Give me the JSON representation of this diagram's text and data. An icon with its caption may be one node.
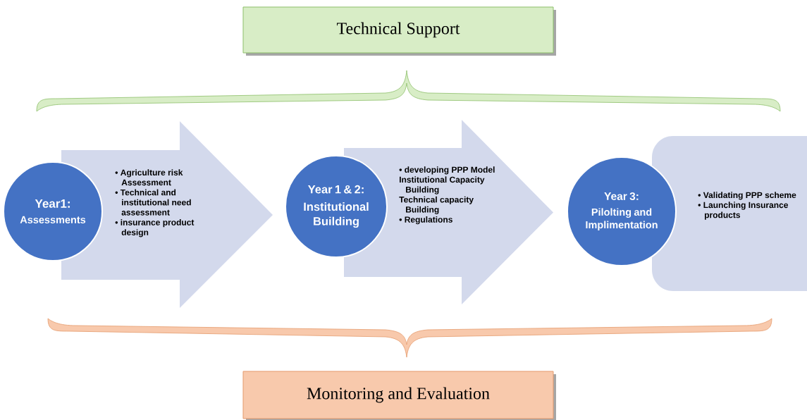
{
  "diagram": {
    "nodes": [
      {
        "text": [
          "Technical Support"
        ]
      },
      {
        "text": [
          "Year1:",
          "Assessments"
        ]
      },
      {
        "text": [
          "• Agriculture risk Assessment",
          "• Technical and institutional need assessment",
          "• insurance product design"
        ]
      },
      {
        "text": [
          "Year 1 & 2:",
          "Institutional Building"
        ]
      },
      {
        "text": [
          "• developing PPP Model",
          "Institutional Capacity Building",
          "Technical capacity Building",
          "• Regulations"
        ]
      },
      {
        "text": [
          "Year 3:",
          "Pilolting and Implimentation"
        ]
      },
      {
        "text": [
          "• Validating PPP scheme",
          "• Launching Insurance  products"
        ]
      },
      {
        "text": [
          "Monitoring and Evaluation"
        ]
      }
    ]
  }
}
